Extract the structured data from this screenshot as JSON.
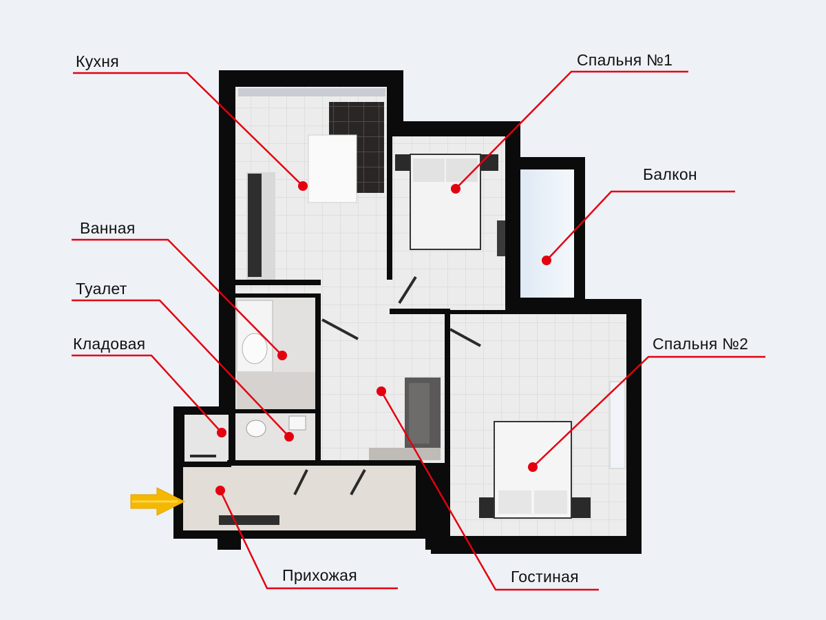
{
  "rooms": {
    "kitchen": "Кухня",
    "bedroom1": "Спальня №1",
    "balcony": "Балкон",
    "bathroom": "Ванная",
    "toilet": "Туалет",
    "storage": "Кладовая",
    "bedroom2": "Спальня №2",
    "hallway": "Прихожая",
    "living": "Гостиная"
  },
  "colors": {
    "callout": "#e3000f",
    "wall": "#0b0b0b",
    "floor": "#ebebeb",
    "entrance_arrow": "#f5b800",
    "background": "#eef1f6"
  },
  "icons": {
    "entrance": "entrance-arrow-icon"
  }
}
